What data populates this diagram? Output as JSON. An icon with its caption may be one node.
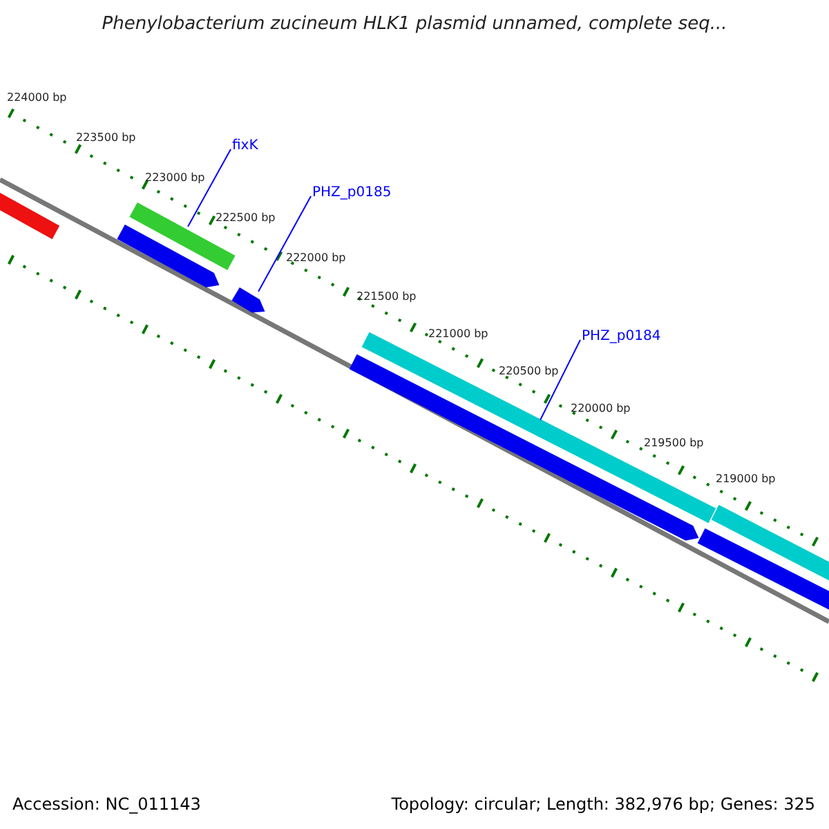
{
  "diagram": {
    "title": "Phenylobacterium zucineum HLK1 plasmid unnamed, complete seq...",
    "nodes": [
      {
        "text": [
          "fixK"
        ]
      },
      {
        "text": [
          "PHZ_p0185"
        ]
      },
      {
        "text": [
          "PHZ_p0184"
        ]
      },
      {
        "text": [],
        "shape": "bar"
      },
      {
        "text": [],
        "shape": "bar"
      },
      {
        "text": [],
        "shape": "bar"
      }
    ],
    "edges": [
      {
        "from": 0,
        "to": 3,
        "arrow": "none"
      },
      {
        "from": 1,
        "to": 4,
        "arrow": "none"
      },
      {
        "from": 2,
        "to": 5,
        "arrow": "none"
      }
    ],
    "labels": [
      "224000 bp",
      "223500 bp",
      "223000 bp",
      "222500 bp",
      "222000 bp",
      "221500 bp",
      "221000 bp",
      "220500 bp",
      "220000 bp",
      "219500 bp",
      "219000 bp",
      "Accession: NC_011143",
      "Topology: circular; Length: 382,976 bp; Genes: 325"
    ]
  }
}
